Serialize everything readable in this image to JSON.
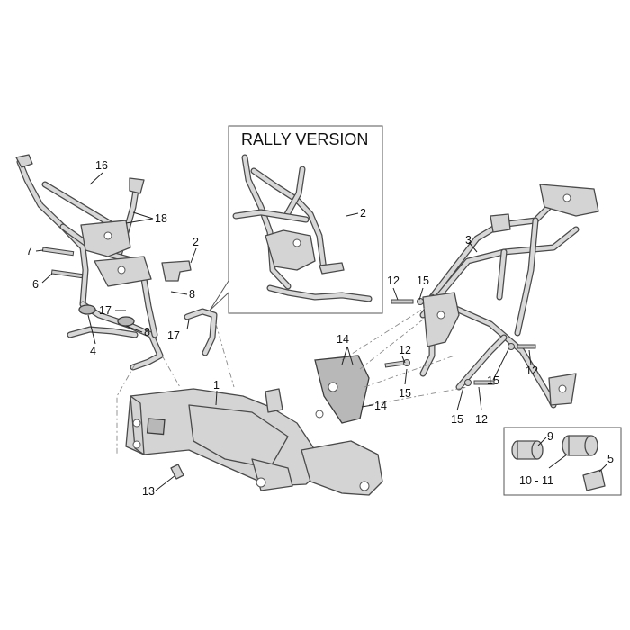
{
  "inset_rally": {
    "title": "RALLY VERSION",
    "callout": "2"
  },
  "callouts": {
    "c1": "1",
    "c2": "2",
    "c3": "3",
    "c4": "4",
    "c5": "5",
    "c6": "6",
    "c7": "7",
    "c8a": "8",
    "c8b": "8",
    "c9": "9",
    "c10_11": "10 - 11",
    "c12a": "12",
    "c12b": "12",
    "c12c": "12",
    "c12d": "12",
    "c13": "13",
    "c14a": "14",
    "c14b": "14",
    "c15a": "15",
    "c15b": "15",
    "c15c": "15",
    "c15d": "15",
    "c16": "16",
    "c17a": "17",
    "c17b": "17",
    "c18": "18"
  }
}
